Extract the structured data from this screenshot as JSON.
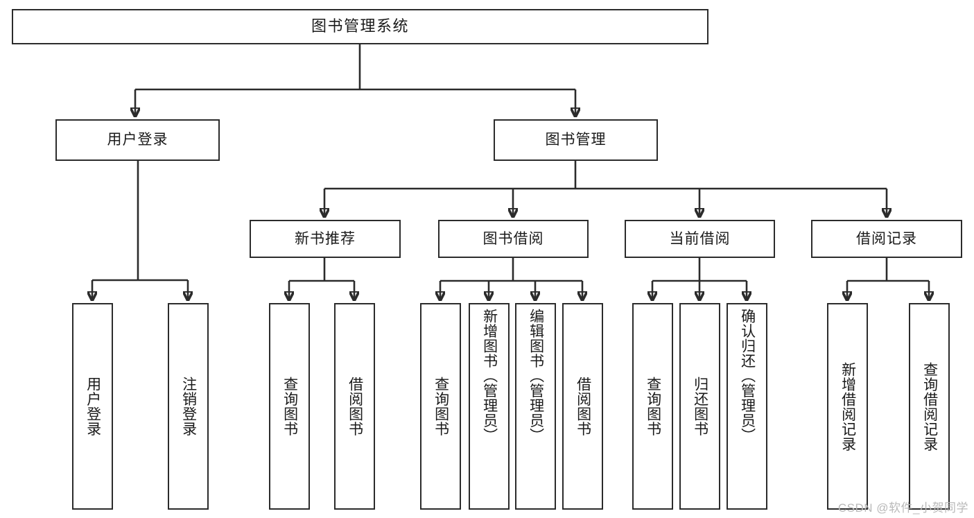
{
  "diagram": {
    "type": "tree-hierarchy-chart",
    "title": "图书管理系统",
    "background_color": "#ffffff",
    "line_color": "#2b2b2b",
    "box_border_color": "#2b2b2b",
    "text_color": "#1a1a1a",
    "root": {
      "label": "图书管理系统"
    },
    "level2": [
      {
        "label": "用户登录"
      },
      {
        "label": "图书管理"
      }
    ],
    "level3": [
      {
        "label": "新书推荐"
      },
      {
        "label": "图书借阅"
      },
      {
        "label": "当前借阅"
      },
      {
        "label": "借阅记录"
      }
    ],
    "leaves": {
      "user_login": [
        {
          "label": "用户登录"
        },
        {
          "label": "注销登录"
        }
      ],
      "new_book_recommend": [
        {
          "label": "查询图书"
        },
        {
          "label": "借阅图书"
        }
      ],
      "book_borrow": [
        {
          "label": "查询图书"
        },
        {
          "label": "新增图书（管理员）"
        },
        {
          "label": "编辑图书（管理员）"
        },
        {
          "label": "借阅图书"
        }
      ],
      "current_borrow": [
        {
          "label": "查询图书"
        },
        {
          "label": "归还图书"
        },
        {
          "label": "确认归还（管理员）"
        }
      ],
      "borrow_record": [
        {
          "label": "新增借阅记录"
        },
        {
          "label": "查询借阅记录"
        }
      ]
    }
  },
  "watermark": {
    "text": "CSDN @软件_小贺同学"
  }
}
